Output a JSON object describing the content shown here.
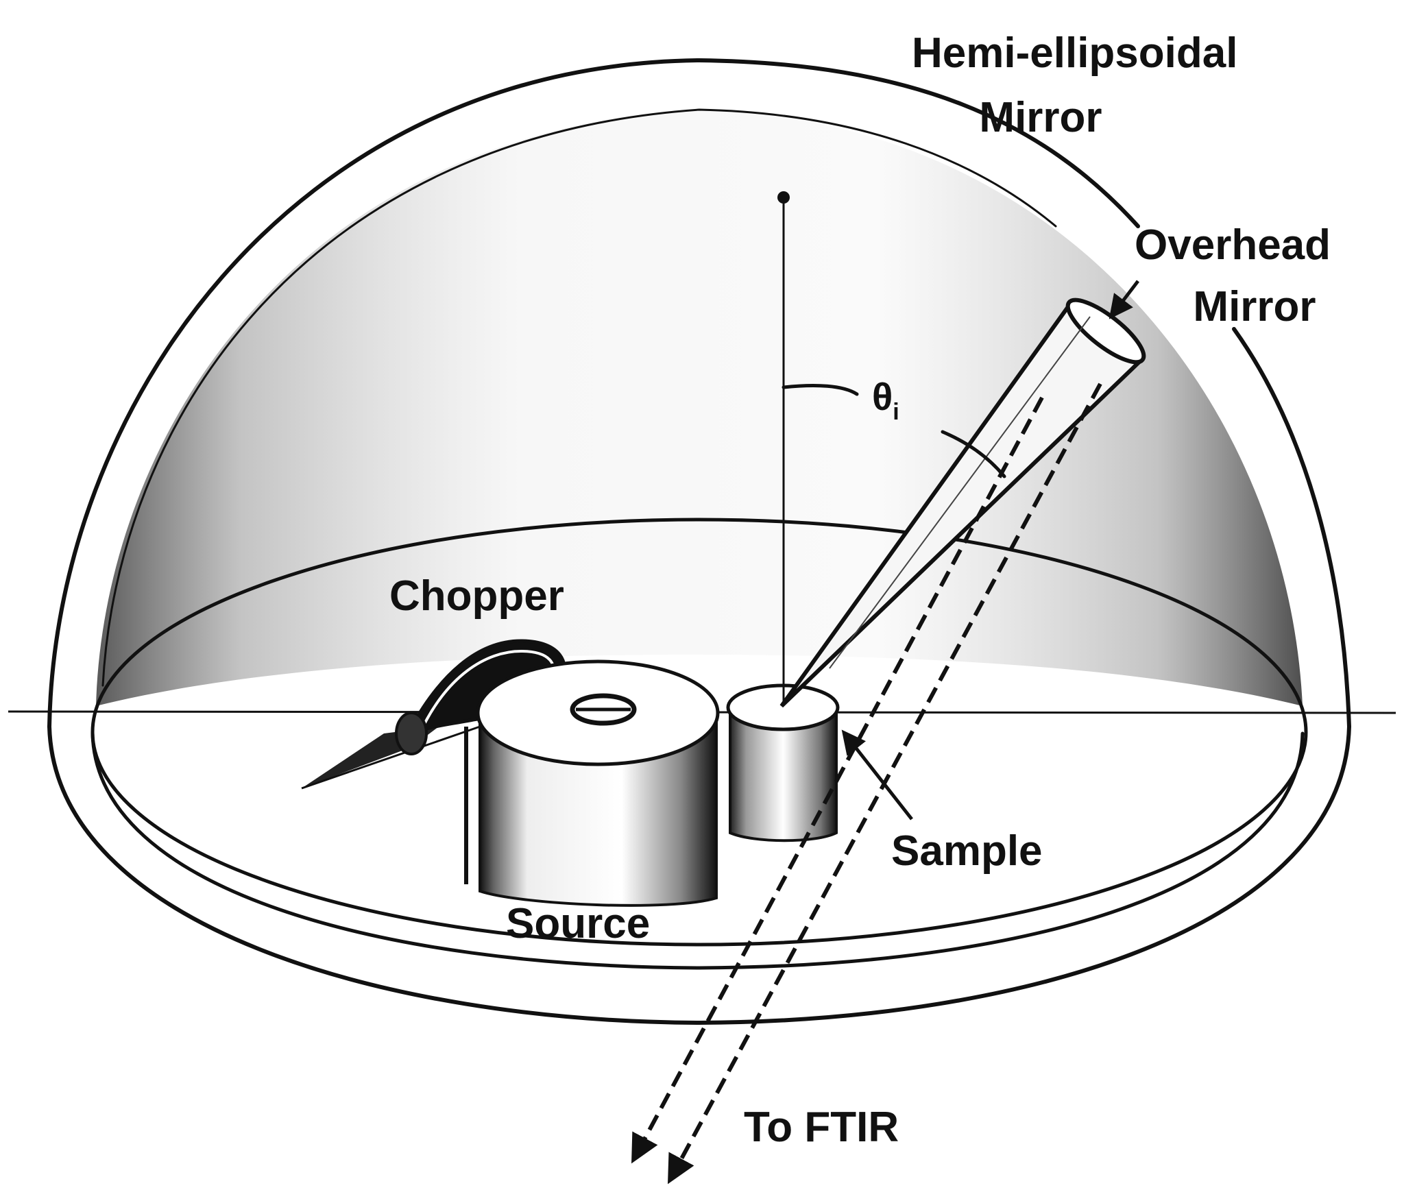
{
  "labels": {
    "mirror_line1": "Hemi-ellipsoidal",
    "mirror_line2": "Mirror",
    "overhead_line1": "Overhead",
    "overhead_line2": "Mirror",
    "theta": "θ",
    "theta_sub": "i",
    "chopper": "Chopper",
    "source": "Source",
    "sample": "Sample",
    "to_ftir": "To FTIR"
  },
  "colors": {
    "ink": "#111111",
    "shade": "#555555",
    "background": "#ffffff"
  }
}
